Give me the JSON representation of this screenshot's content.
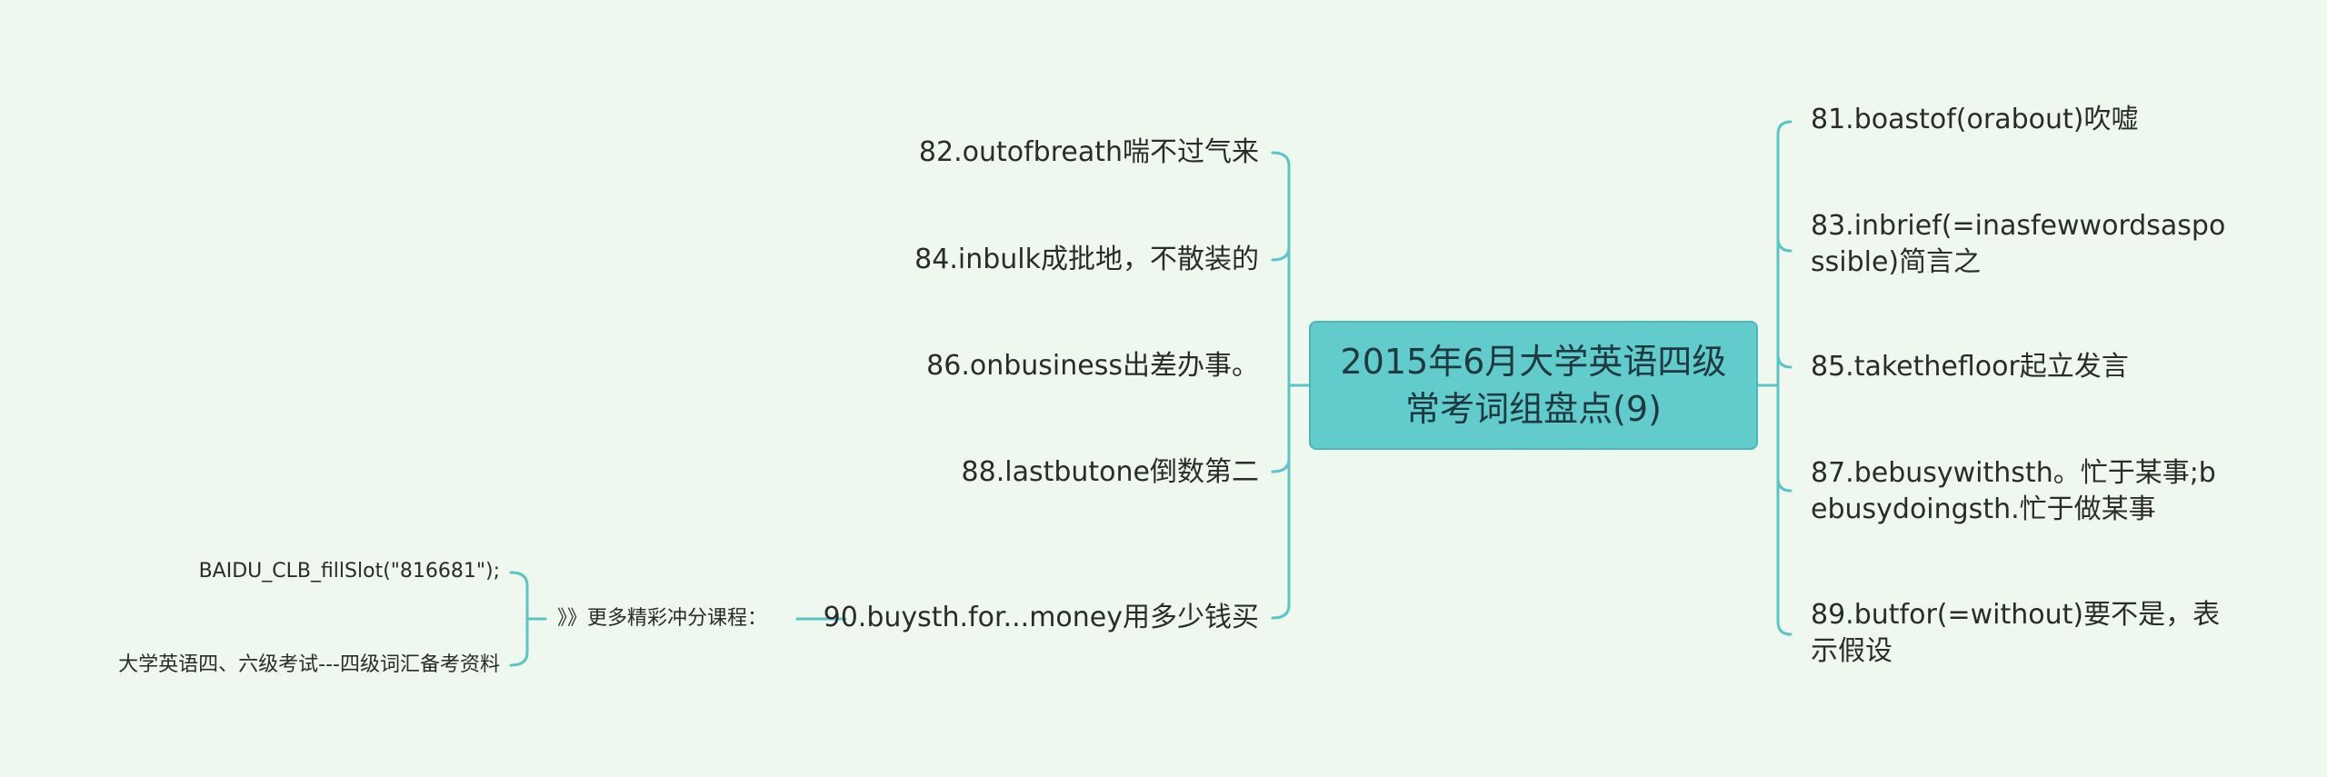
{
  "center": {
    "line1": "2015年6月大学英语四级",
    "line2": "常考词组盘点(9)"
  },
  "right_topics": [
    "81.boastof(orabout)吹嘘",
    "83.inbrief(=inasfewwordsaspossible)简言之",
    "85.takethefloor起立发言",
    "87.bebusywithsth。忙于某事;bebusydoingsth.忙于做某事",
    "89.butfor(=without)要不是，表示假设"
  ],
  "left_topics": [
    "82.outofbreath喘不过气来",
    "84.inbulk成批地，不散装的",
    "86.onbusiness出差办事。",
    "88.lastbutone倒数第二",
    "90.buysth.for...money用多少钱买"
  ],
  "sub": {
    "label": "》》更多精彩冲分课程：",
    "leaves": [
      "BAIDU_CLB_fillSlot(\"816681\");",
      "大学英语四、六级考试---四级词汇备考资料"
    ]
  },
  "colors": {
    "line": "#5cc3c7",
    "center_fill": "#62cbcc",
    "background": "#eff8ee"
  }
}
